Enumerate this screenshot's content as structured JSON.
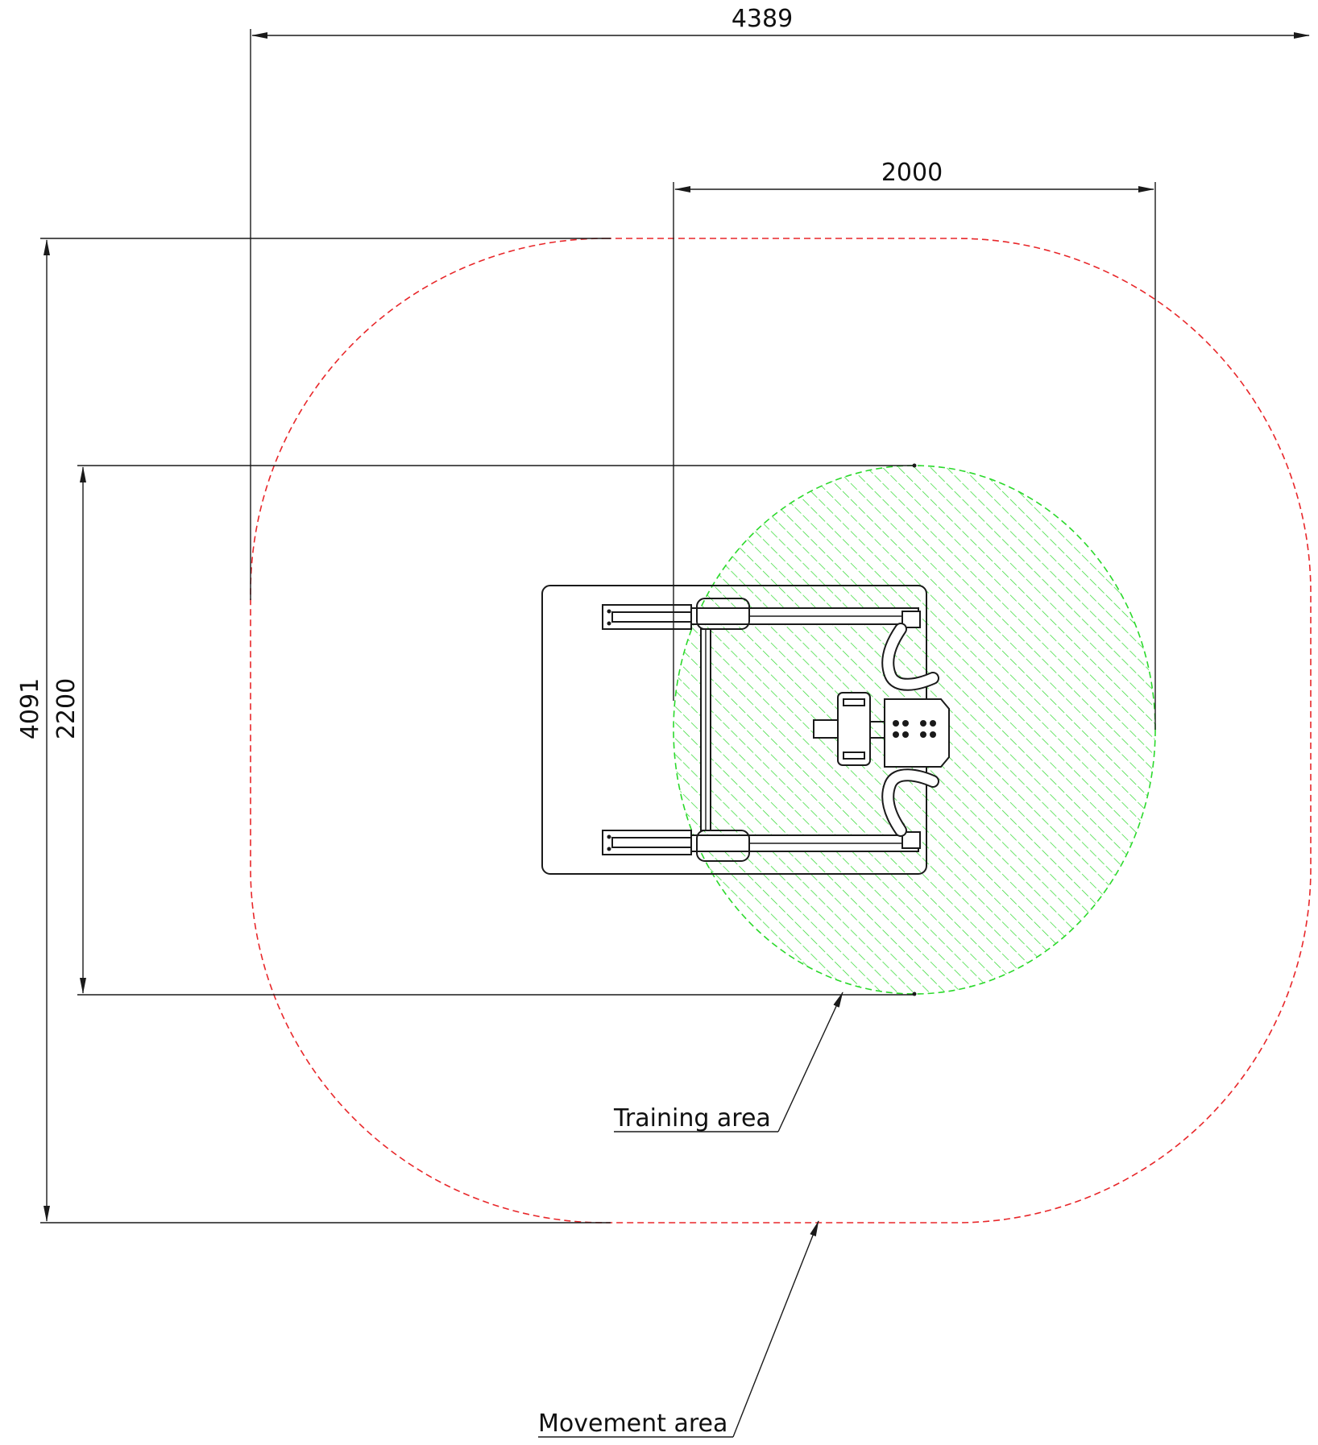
{
  "dimensions": {
    "overall_width": "4389",
    "training_width": "2000",
    "overall_height": "4091",
    "training_height": "2200"
  },
  "labels": {
    "training_area": "Training area",
    "movement_area": "Movement area"
  },
  "colors": {
    "movement_boundary": "#e8272a",
    "training_hatch": "#2bd92b",
    "lines": "#1a1a1a"
  }
}
